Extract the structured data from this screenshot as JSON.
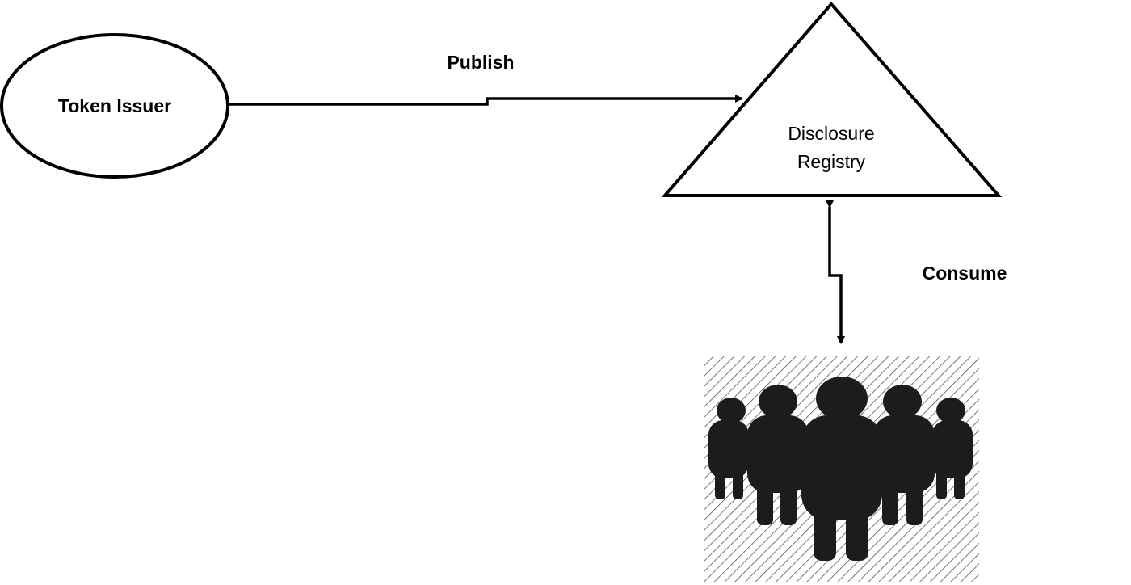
{
  "nodes": {
    "issuer": {
      "label": "Token Issuer"
    },
    "registry": {
      "line1": "Disclosure",
      "line2": "Registry"
    },
    "consumers": {
      "icon": "group-of-people-icon"
    }
  },
  "edges": {
    "publish": {
      "label": "Publish",
      "from": "Token Issuer",
      "to": "Disclosure Registry"
    },
    "consume": {
      "label": "Consume",
      "from": "Disclosure Registry",
      "to": "consumers"
    }
  }
}
